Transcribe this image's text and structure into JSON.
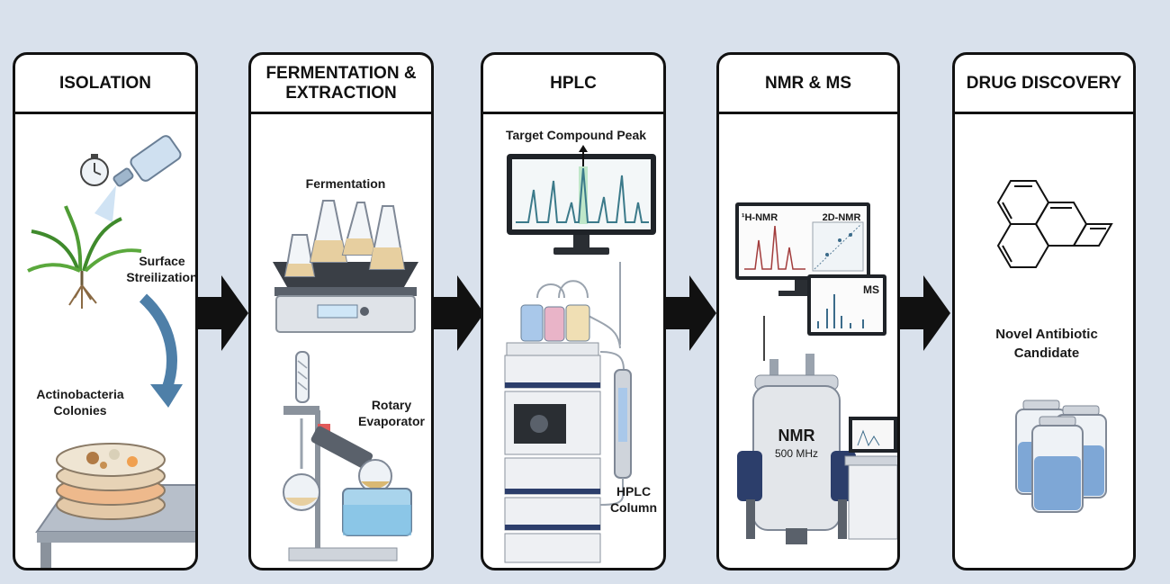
{
  "panels": [
    {
      "title": "ISOLATION",
      "labels": {
        "surface": "Surface\nStreilization",
        "colonies": "Actinobacteria\nColonies"
      }
    },
    {
      "title": "FERMENTATION &\nEXTRACTION",
      "labels": {
        "fermentation": "Fermentation",
        "rotary": "Rotary\nEvaporator"
      }
    },
    {
      "title": "HPLC",
      "labels": {
        "peak": "Target Compound Peak",
        "column": "HPLC\nColumn"
      }
    },
    {
      "title": "NMR & MS",
      "labels": {
        "hnmr": "¹H-NMR",
        "nmr2d": "2D-NMR",
        "ms": "MS",
        "nmr": "NMR",
        "mhz": "500 MHz"
      }
    },
    {
      "title": "DRUG DISCOVERY",
      "labels": {
        "candidate": "Novel Antibiotic\nCandidate"
      }
    }
  ],
  "colors": {
    "background": "#d9e1ec",
    "border": "#111111",
    "arrow": "#111111",
    "liquid": "#e7cfa0",
    "vial": "#7ea7d6"
  },
  "icons": [
    "stopwatch-icon",
    "wash-bottle-icon",
    "plant-icon",
    "curved-arrow-icon",
    "petri-dish-icon",
    "shaker-flasks-icon",
    "rotary-evaporator-icon",
    "monitor-icon",
    "hplc-system-icon",
    "nmr-magnet-icon",
    "molecule-icon",
    "vials-icon"
  ]
}
